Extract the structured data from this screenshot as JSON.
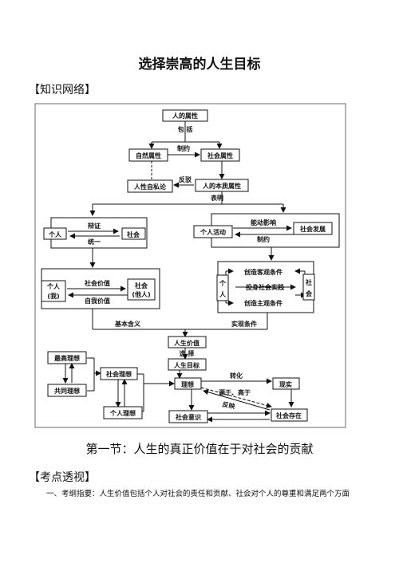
{
  "page": {
    "title": "选择崇高的人生目标",
    "section_network": "【知识网络】",
    "section_heading": "第一节：人生的真正价值在于对社会的贡献",
    "section_points": "【考点透视】",
    "paragraph": "一、考纲指要：人生价值包括个人对社会的责任和贡献、社会对个人的尊重和满足两个方面"
  },
  "diagram": {
    "n_attr": "人的属性",
    "l_include": "包 括",
    "n_natural": "自然属性",
    "l_restrict": "制约",
    "n_social": "社会属性",
    "l_reject": "反驳",
    "n_selfish": "人性自私论",
    "n_essence": "人的本质属性",
    "l_show": "表明",
    "l_dialectic": "辩证",
    "n_individual": "个人",
    "n_society": "社会",
    "l_unity": "统一",
    "l_initiative": "能动影响",
    "n_activity": "个人活动",
    "n_development": "社会发展",
    "l_restrict2": "制约",
    "n_individual_me": "个人\n(我)",
    "l_social_value": "社会价值",
    "n_society_others": "社会\n(他人)",
    "l_self_value": "自我价值",
    "n_objective": "创造客观条件",
    "n_individual_v": "个\n人",
    "n_practice": "投身社会实践",
    "n_society_v": "社\n会",
    "n_subjective": "创造主观条件",
    "l_meaning": "基本含义",
    "l_realize": "实现条件",
    "n_life_value": "人生价值",
    "l_choose": "选 择",
    "n_life_goal": "人生目标",
    "n_highest": "最高理想",
    "n_common": "共同理想",
    "n_social_ideal": "社会理想",
    "n_personal_ideal": "个人理想",
    "n_ideal": "理想",
    "l_transform": "转化",
    "n_reality": "现实",
    "l_origin": "源于、高于",
    "l_reflect": "反映",
    "n_consciousness": "社会意识",
    "n_existence": "社会存在"
  }
}
